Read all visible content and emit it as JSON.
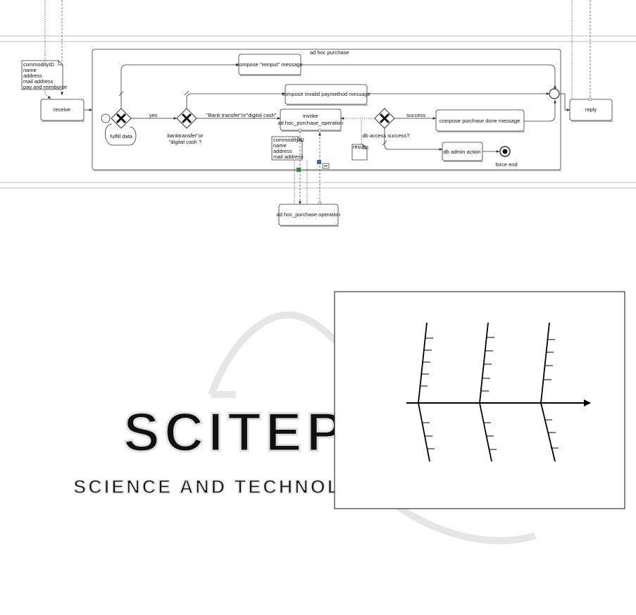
{
  "diagram": {
    "subprocess_title": "ad hoc purchase",
    "data_object_1": [
      "commodityID",
      "name",
      "address",
      "mail address",
      "pay and reimburse"
    ],
    "data_object_2": [
      "commodityID",
      "name",
      "address",
      "mail address"
    ],
    "data_object_results": "results",
    "tasks": {
      "receive": "receive",
      "reply": "reply",
      "compose_reinput": "compose \"reinput\" message",
      "compose_invalid": "compose invalid paymethod message",
      "invoke_line1": "invoke",
      "invoke_line2": "ad hoc_purchase_operation",
      "compose_done": "compose purchase done message",
      "db_admin": "db admin action",
      "operation": "ad hoc_purchase operation"
    },
    "labels": {
      "fulfill": "fulfill data",
      "yes": "yes",
      "bank_condition": "\"Bank transfer\"or\"digital cash\"",
      "gw2_line1": "banktransfer\"or",
      "gw2_line2": "\"digital cash ?",
      "success": "success",
      "db_question": "db access success?",
      "force_end": "force end"
    }
  },
  "watermark": {
    "main": "SCITEPRESS",
    "sub": "SCIENCE AND TECHNOLOGY PUBLICATIONS"
  }
}
